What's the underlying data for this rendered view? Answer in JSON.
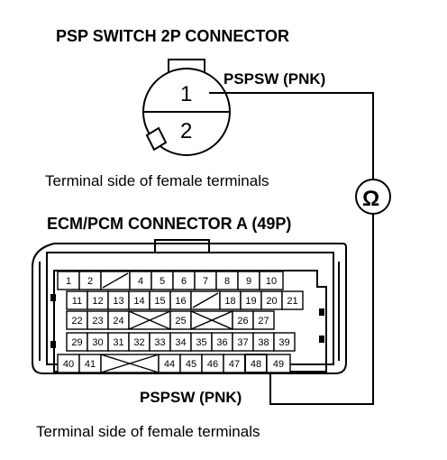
{
  "psp_connector": {
    "title": "PSP SWITCH 2P CONNECTOR",
    "wire_label": "PSPSW (PNK)",
    "pin_top": "1",
    "pin_bottom": "2",
    "caption": "Terminal side of female terminals"
  },
  "meter": {
    "symbol": "Ω",
    "icon": "ohmmeter-icon"
  },
  "ecm_connector": {
    "title": "ECM/PCM CONNECTOR A (49P)",
    "wire_label": "PSPSW (PNK)",
    "caption": "Terminal side of female terminals",
    "rows": [
      [
        "1",
        "2",
        "",
        "4",
        "5",
        "6",
        "7",
        "8",
        "9",
        "10"
      ],
      [
        "11",
        "12",
        "13",
        "14",
        "15",
        "16",
        "",
        "18",
        "19",
        "20",
        "21"
      ],
      [
        "22",
        "23",
        "24",
        "",
        "25",
        "",
        "26",
        "27"
      ],
      [
        "29",
        "30",
        "31",
        "32",
        "33",
        "34",
        "35",
        "36",
        "37",
        "38",
        "39"
      ],
      [
        "40",
        "41",
        "",
        "44",
        "45",
        "46",
        "47",
        "48",
        "49"
      ]
    ],
    "probed_terminal": "48"
  },
  "colors": {
    "ink": "#000000",
    "paper": "#ffffff"
  }
}
